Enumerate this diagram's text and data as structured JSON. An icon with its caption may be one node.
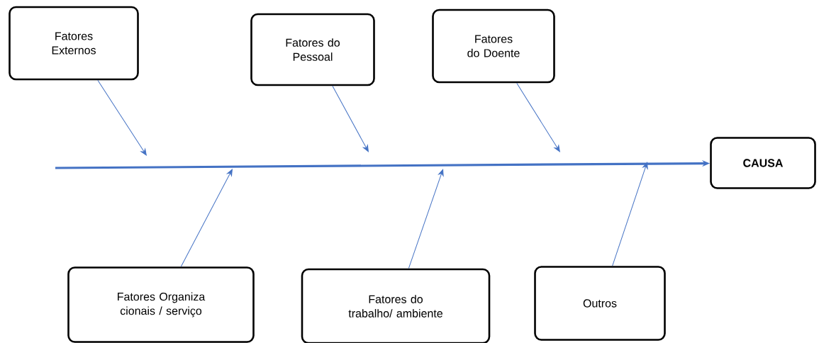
{
  "diagram": {
    "nodes": [
      {
        "text": [
          "Fatores Externos"
        ]
      },
      {
        "text": [
          "Fatores do Pessoal"
        ]
      },
      {
        "text": [
          "Fatores do Doente"
        ]
      },
      {
        "text": [
          "CAUSA"
        ]
      },
      {
        "text": [
          "Fatores Organiza cionais / serviço"
        ]
      },
      {
        "text": [
          "Fatores do trabalho/ ambiente"
        ]
      },
      {
        "text": [
          "Outros"
        ]
      }
    ],
    "edges": [
      {
        "from": null,
        "to": 3,
        "arrow": "to",
        "style": "thick"
      },
      {
        "from": 0,
        "to": null,
        "arrow": "to"
      },
      {
        "from": 1,
        "to": null,
        "arrow": "to"
      },
      {
        "from": 2,
        "to": null,
        "arrow": "to"
      },
      {
        "from": 4,
        "to": null,
        "arrow": "to"
      },
      {
        "from": 5,
        "to": null,
        "arrow": "to"
      },
      {
        "from": 6,
        "to": null,
        "arrow": "to"
      }
    ]
  }
}
